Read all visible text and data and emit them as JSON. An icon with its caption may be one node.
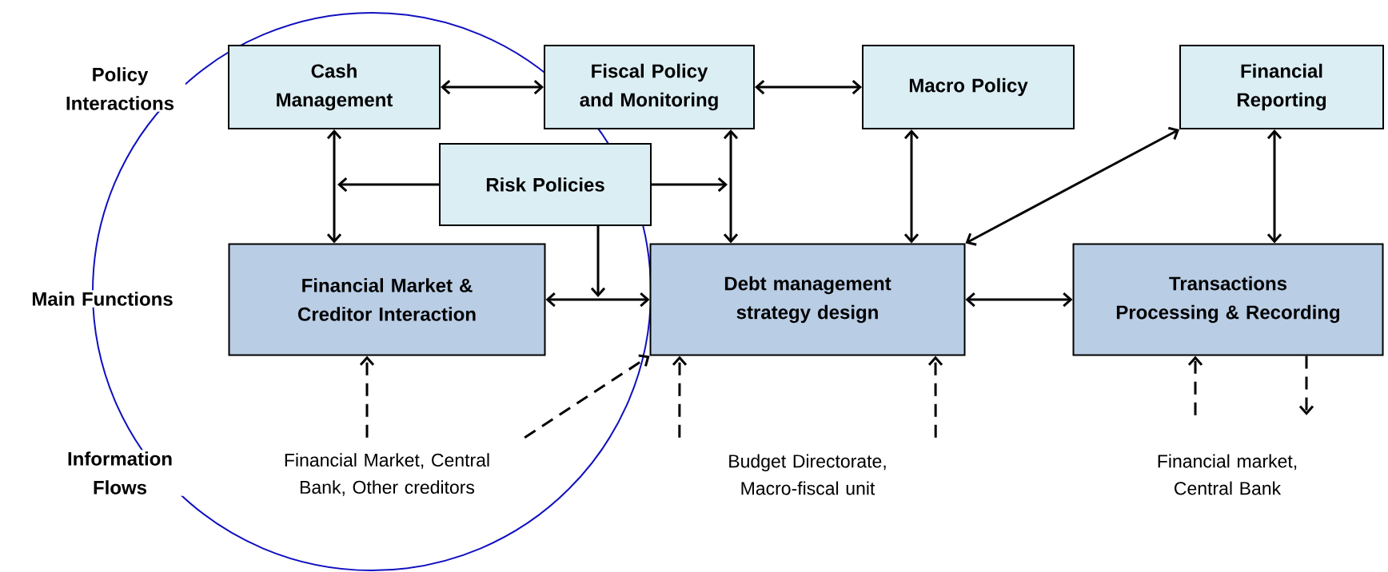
{
  "diagram": {
    "nodes": [
      {
        "text": [
          "Cash Management"
        ]
      },
      {
        "text": [
          "Fiscal Policy and Monitoring"
        ]
      },
      {
        "text": [
          "Macro Policy"
        ]
      },
      {
        "text": [
          "Financial Reporting"
        ]
      },
      {
        "text": [
          "Risk Policies"
        ]
      },
      {
        "text": [
          "Financial Market & Creditor Interaction"
        ]
      },
      {
        "text": [
          "Debt management strategy design"
        ]
      },
      {
        "text": [
          "Transactions Processing & Recording"
        ]
      },
      {
        "text": [
          "Financial Market, Central Bank, Other creditors"
        ]
      },
      {
        "text": [
          "Budget Directorate, Macro-fiscal unit"
        ]
      },
      {
        "text": [
          "Financial market, Central Bank"
        ]
      }
    ],
    "edges": [
      {
        "from": 0,
        "to": 1,
        "arrow": "both"
      },
      {
        "from": 1,
        "to": 2,
        "arrow": "both"
      },
      {
        "from": 0,
        "to": 5,
        "arrow": "both"
      },
      {
        "from": 4,
        "to": null,
        "arrow": "to"
      },
      {
        "from": 4,
        "to": null,
        "arrow": "to"
      },
      {
        "from": 4,
        "to": null,
        "arrow": "to"
      },
      {
        "from": 1,
        "to": 6,
        "arrow": "both"
      },
      {
        "from": 2,
        "to": 6,
        "arrow": "both"
      },
      {
        "from": 6,
        "to": 3,
        "arrow": "both"
      },
      {
        "from": 3,
        "to": 7,
        "arrow": "both"
      },
      {
        "from": 5,
        "to": 6,
        "arrow": "both"
      },
      {
        "from": 6,
        "to": 7,
        "arrow": "both"
      },
      {
        "from": 8,
        "to": 5,
        "arrow": "to",
        "style": "dashed"
      },
      {
        "from": 8,
        "to": 6,
        "arrow": "to",
        "style": "dashed"
      },
      {
        "from": 9,
        "to": 6,
        "arrow": "to",
        "style": "dashed"
      },
      {
        "from": 9,
        "to": 6,
        "arrow": "to",
        "style": "dashed"
      },
      {
        "from": 10,
        "to": 7,
        "arrow": "to",
        "style": "dashed"
      },
      {
        "from": 7,
        "to": 10,
        "arrow": "to",
        "style": "dashed"
      }
    ],
    "labels": [
      "Policy Interactions",
      "Main Functions",
      "Information Flows"
    ]
  }
}
